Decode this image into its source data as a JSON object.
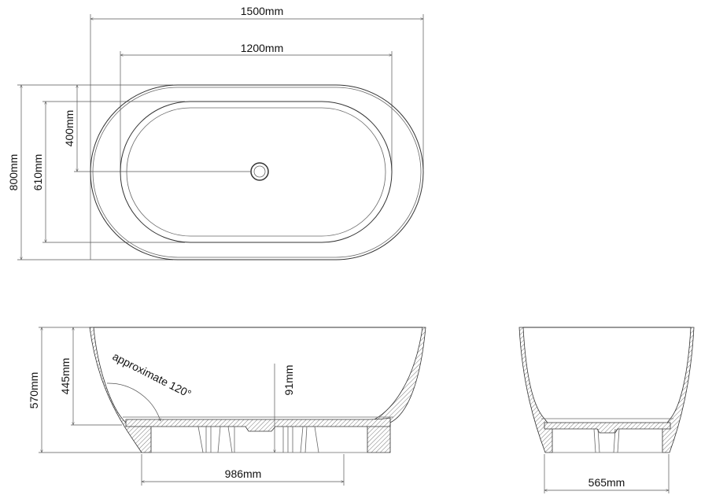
{
  "top_view": {
    "overall_length": "1500mm",
    "inner_length": "1200mm",
    "overall_width": "800mm",
    "inner_width": "610mm",
    "drain_offset": "400mm"
  },
  "front_view": {
    "overall_height": "570mm",
    "inner_depth": "445mm",
    "base_height": "91mm",
    "base_length": "986mm",
    "angle_note": "approximate 120°"
  },
  "side_view": {
    "base_width": "565mm"
  },
  "colors": {
    "line": "#333333",
    "background": "#ffffff"
  }
}
